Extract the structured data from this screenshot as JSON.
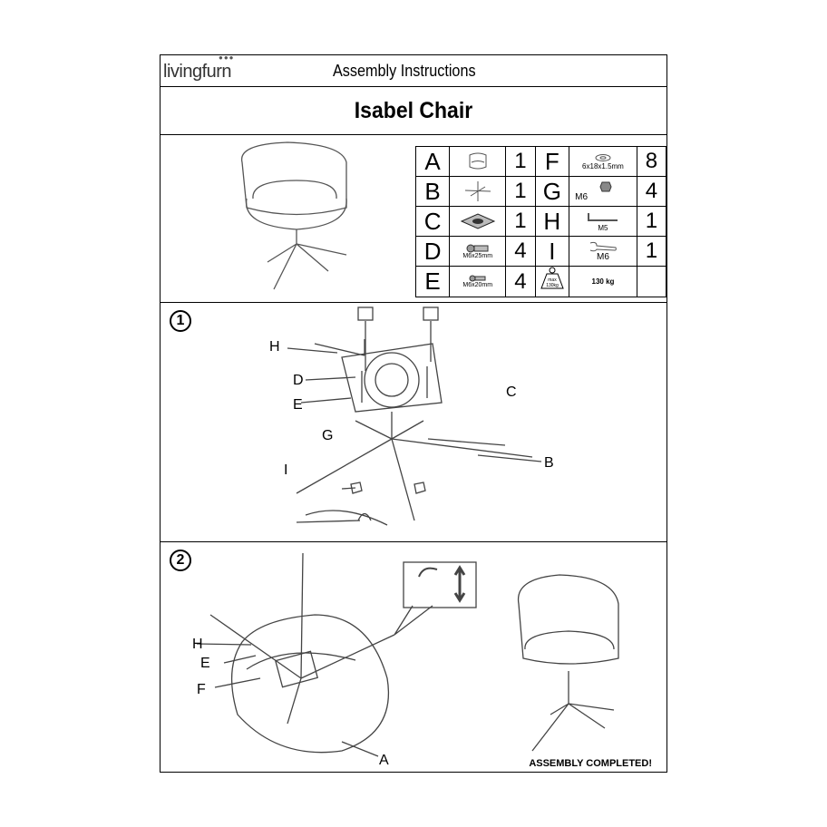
{
  "header": {
    "logo": "livingfurn",
    "title": "Assembly Instructions"
  },
  "product": {
    "title": "Isabel Chair"
  },
  "parts": [
    {
      "left": {
        "letter": "A",
        "icon": "chair-seat-icon",
        "spec": "",
        "qty": "1"
      },
      "right": {
        "letter": "F",
        "icon": "washer-icon",
        "spec": "6x18x1.5mm",
        "qty": "8"
      }
    },
    {
      "left": {
        "letter": "B",
        "icon": "star-base-icon",
        "spec": "",
        "qty": "1"
      },
      "right": {
        "letter": "G",
        "icon": "nut-icon",
        "spec": "M6",
        "qty": "4"
      }
    },
    {
      "left": {
        "letter": "C",
        "icon": "swivel-plate-icon",
        "spec": "",
        "qty": "1"
      },
      "right": {
        "letter": "H",
        "icon": "allen-key-icon",
        "spec": "M5",
        "qty": "1"
      }
    },
    {
      "left": {
        "letter": "D",
        "icon": "bolt-icon",
        "spec": "M6x25mm",
        "qty": "4"
      },
      "right": {
        "letter": "I",
        "icon": "wrench-icon",
        "spec": "M6",
        "qty": "1"
      }
    },
    {
      "left": {
        "letter": "E",
        "icon": "bolt-icon",
        "spec": "M6x20mm",
        "qty": "4"
      },
      "right": {
        "weight_badge": "max 130kg",
        "max_load": "130 kg"
      }
    }
  ],
  "step1": {
    "number": "1",
    "labels": {
      "H": "H",
      "D": "D",
      "E": "E",
      "G": "G",
      "I": "I",
      "C": "C",
      "B": "B"
    }
  },
  "step2": {
    "number": "2",
    "labels": {
      "H": "H",
      "E": "E",
      "F": "F",
      "A": "A"
    },
    "completed": "ASSEMBLY COMPLETED!"
  }
}
